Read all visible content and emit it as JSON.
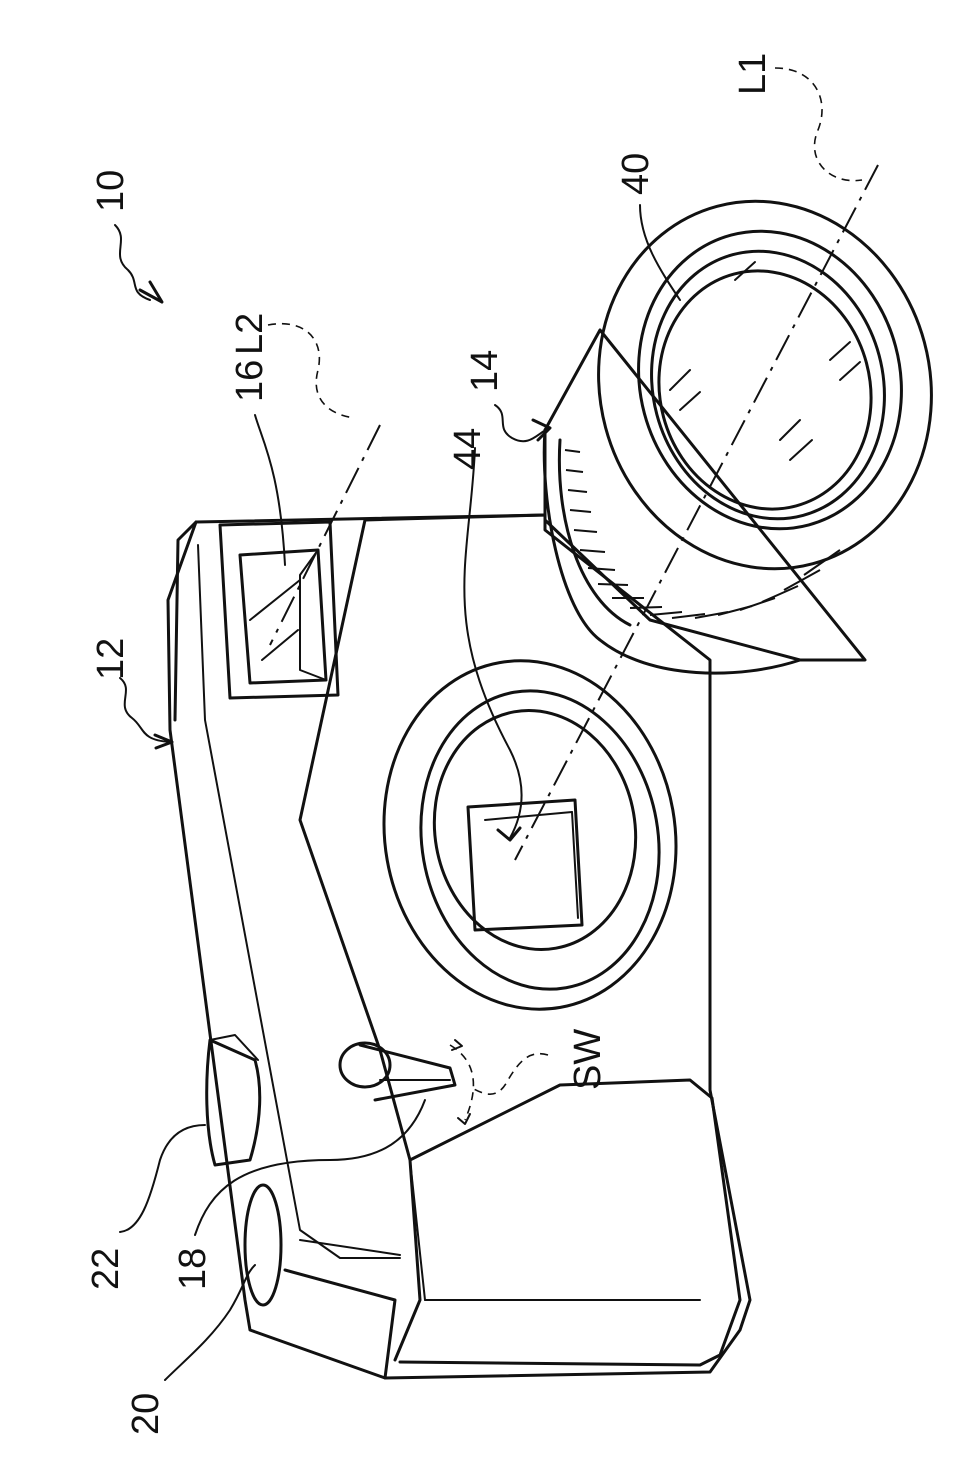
{
  "labels": {
    "ref_10": "10",
    "ref_12": "12",
    "ref_14": "14",
    "ref_16": "16",
    "ref_18": "18",
    "ref_20": "20",
    "ref_22": "22",
    "ref_40": "40",
    "ref_44": "44",
    "ref_L1": "L1",
    "ref_L2": "L2",
    "ref_SW": "SW"
  }
}
